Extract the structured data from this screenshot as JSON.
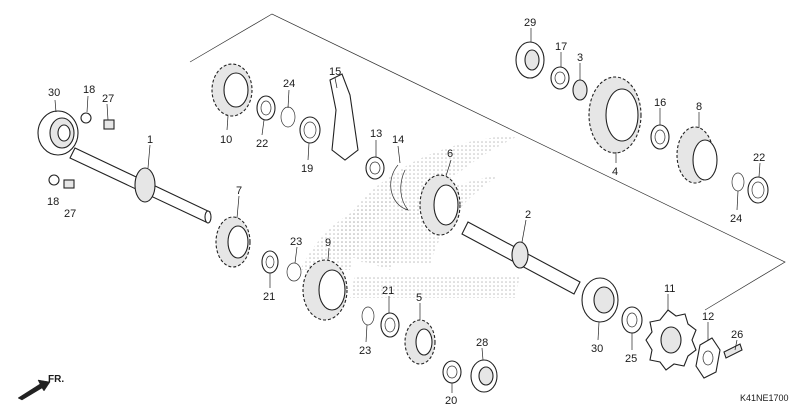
{
  "diagram": {
    "code": "K41NE1700",
    "direction_label": "FR.",
    "colors": {
      "line": "#222222",
      "watermark": "#b8b8b8",
      "background": "#ffffff"
    },
    "callouts": [
      {
        "id": "c30a",
        "text": "30"
      },
      {
        "id": "c18a",
        "text": "18"
      },
      {
        "id": "c27a",
        "text": "27"
      },
      {
        "id": "c18b",
        "text": "18"
      },
      {
        "id": "c27b",
        "text": "27"
      },
      {
        "id": "c1",
        "text": "1"
      },
      {
        "id": "c10",
        "text": "10"
      },
      {
        "id": "c22a",
        "text": "22"
      },
      {
        "id": "c24a",
        "text": "24"
      },
      {
        "id": "c19",
        "text": "19"
      },
      {
        "id": "c15",
        "text": "15"
      },
      {
        "id": "c13",
        "text": "13"
      },
      {
        "id": "c14",
        "text": "14"
      },
      {
        "id": "c6",
        "text": "6"
      },
      {
        "id": "c29",
        "text": "29"
      },
      {
        "id": "c17",
        "text": "17"
      },
      {
        "id": "c3",
        "text": "3"
      },
      {
        "id": "c4",
        "text": "4"
      },
      {
        "id": "c16",
        "text": "16"
      },
      {
        "id": "c8",
        "text": "8"
      },
      {
        "id": "c22b",
        "text": "22"
      },
      {
        "id": "c24b",
        "text": "24"
      },
      {
        "id": "c7",
        "text": "7"
      },
      {
        "id": "c21a",
        "text": "21"
      },
      {
        "id": "c23a",
        "text": "23"
      },
      {
        "id": "c9",
        "text": "9"
      },
      {
        "id": "c21b",
        "text": "21"
      },
      {
        "id": "c23b",
        "text": "23"
      },
      {
        "id": "c5",
        "text": "5"
      },
      {
        "id": "c20",
        "text": "20"
      },
      {
        "id": "c28",
        "text": "28"
      },
      {
        "id": "c2",
        "text": "2"
      },
      {
        "id": "c30b",
        "text": "30"
      },
      {
        "id": "c25",
        "text": "25"
      },
      {
        "id": "c11",
        "text": "11"
      },
      {
        "id": "c12",
        "text": "12"
      },
      {
        "id": "c26",
        "text": "26"
      }
    ]
  }
}
